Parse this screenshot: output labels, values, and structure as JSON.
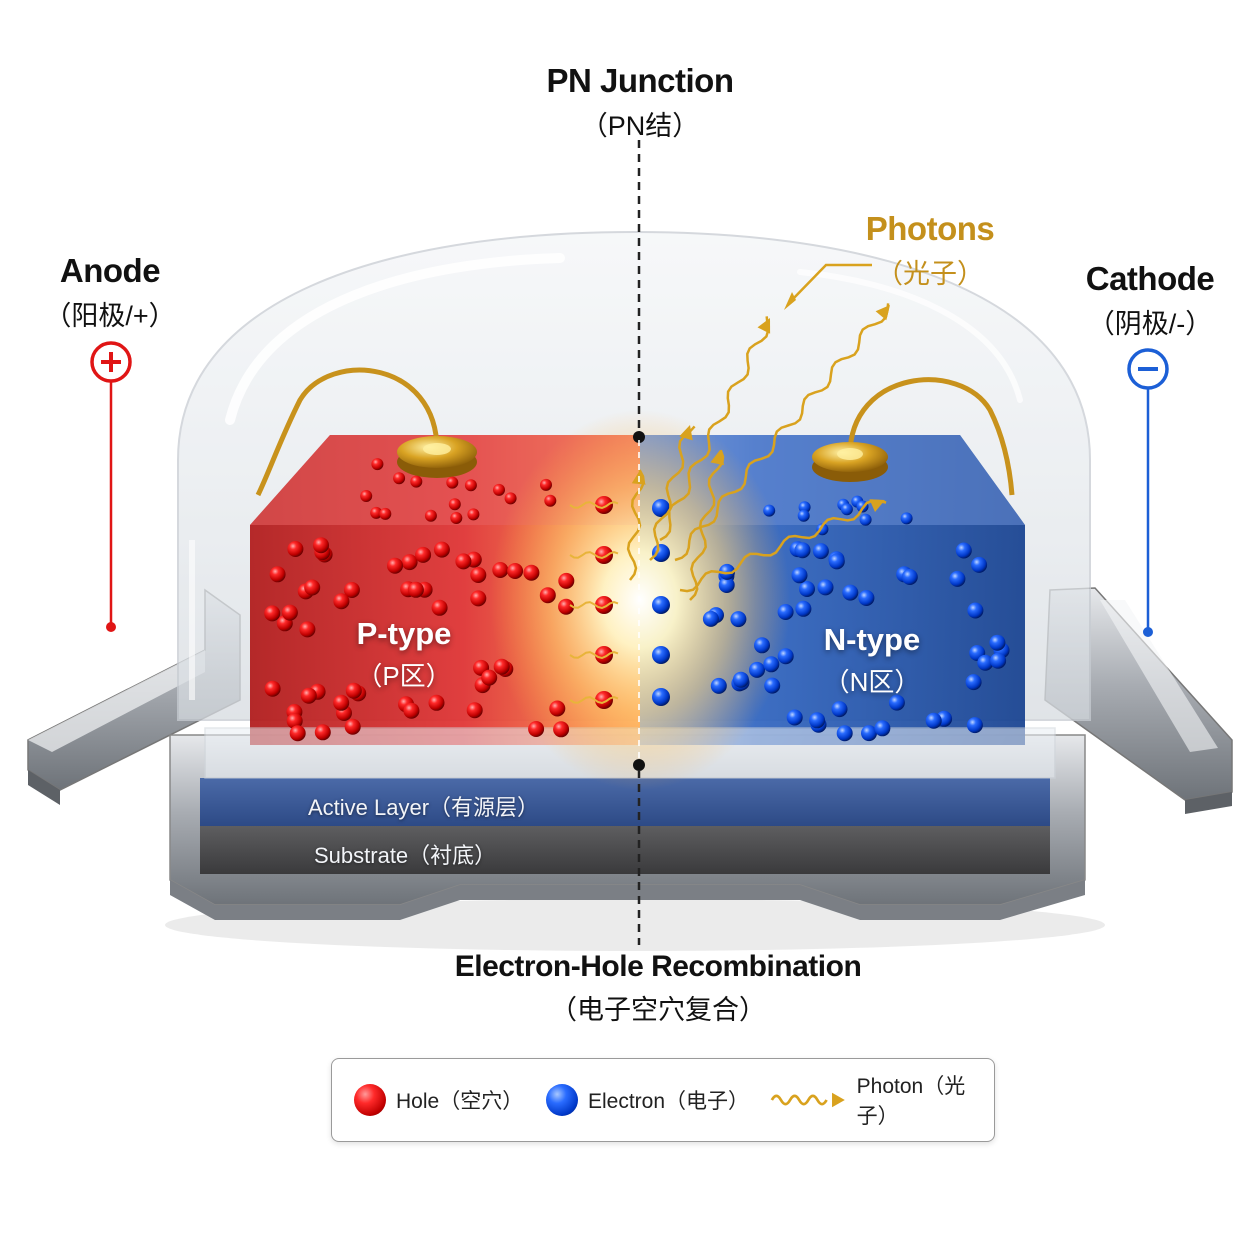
{
  "labels": {
    "pn_junction": {
      "en": "PN Junction",
      "cn": "（PN结）"
    },
    "anode": {
      "en": "Anode",
      "cn": "（阳极/+）"
    },
    "cathode": {
      "en": "Cathode",
      "cn": "（阴极/-）"
    },
    "photons": {
      "en": "Photons",
      "cn": "（光子）"
    },
    "p_type": {
      "en": "P-type",
      "cn": "（P区）"
    },
    "n_type": {
      "en": "N-type",
      "cn": "（N区）"
    },
    "active_layer": "Active Layer（有源层）",
    "substrate": "Substrate（衬底）",
    "recombination": {
      "en": "Electron-Hole Recombination",
      "cn": "（电子空穴复合）"
    }
  },
  "legend": [
    {
      "icon": "hole-ball-icon",
      "label": "Hole（空穴）"
    },
    {
      "icon": "electron-ball-icon",
      "label": "Electron（电子）"
    },
    {
      "icon": "photon-wave-icon",
      "label": "Photon（光子）"
    }
  ],
  "colors": {
    "p_region": "#d42020",
    "n_region": "#1a4fa8",
    "photon": "#d9a21e",
    "anode_symbol": "#e01515",
    "cathode_symbol": "#1c5fd6",
    "active_layer": "#3a5a96",
    "substrate": "#4a4a4a"
  }
}
